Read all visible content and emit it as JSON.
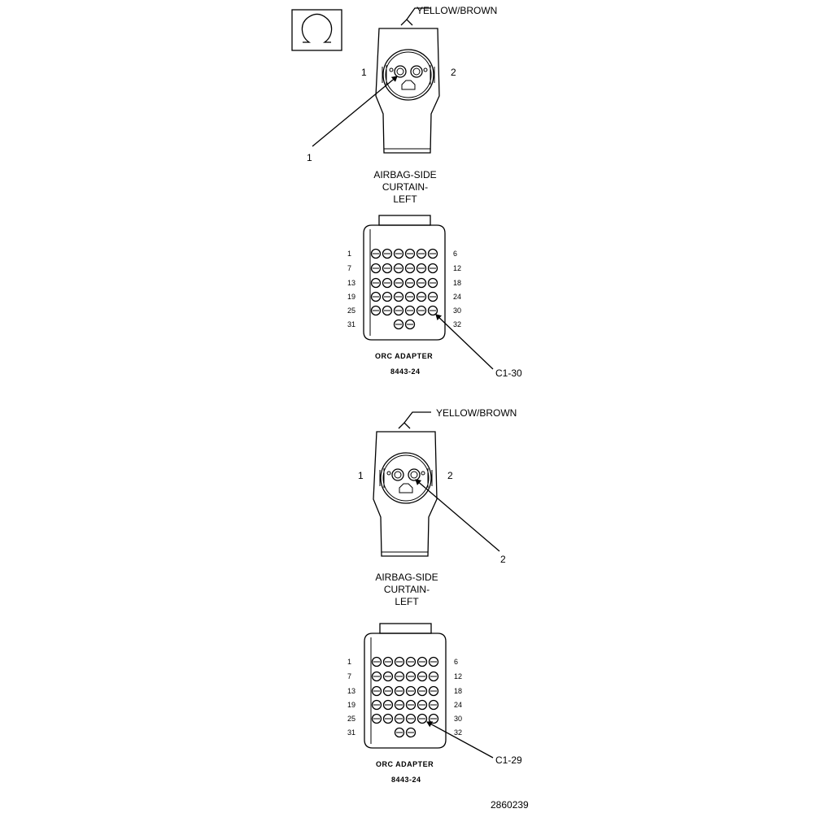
{
  "figure_number": "2860239",
  "symbol": {
    "glyph": "Ω",
    "name": "ohmmeter-symbol"
  },
  "panels": [
    {
      "wire_color": "YELLOW/BROWN",
      "pin_left": "1",
      "pin_right": "2",
      "probe_callout": "1",
      "component_lines": [
        "AIRBAG-SIDE",
        "CURTAIN-",
        "LEFT"
      ],
      "adapter_name": "ORC ADAPTER",
      "adapter_part": "8443-24",
      "adapter_callout": "C1-30",
      "row_labels_left": [
        "1",
        "7",
        "13",
        "19",
        "25",
        "31"
      ],
      "row_labels_right": [
        "6",
        "12",
        "18",
        "24",
        "30",
        "32"
      ]
    },
    {
      "wire_color": "YELLOW/BROWN",
      "pin_left": "1",
      "pin_right": "2",
      "probe_callout": "2",
      "component_lines": [
        "AIRBAG-SIDE",
        "CURTAIN-",
        "LEFT"
      ],
      "adapter_name": "ORC ADAPTER",
      "adapter_part": "8443-24",
      "adapter_callout": "C1-29",
      "row_labels_left": [
        "1",
        "7",
        "13",
        "19",
        "25",
        "31"
      ],
      "row_labels_right": [
        "6",
        "12",
        "18",
        "24",
        "30",
        "32"
      ]
    }
  ]
}
